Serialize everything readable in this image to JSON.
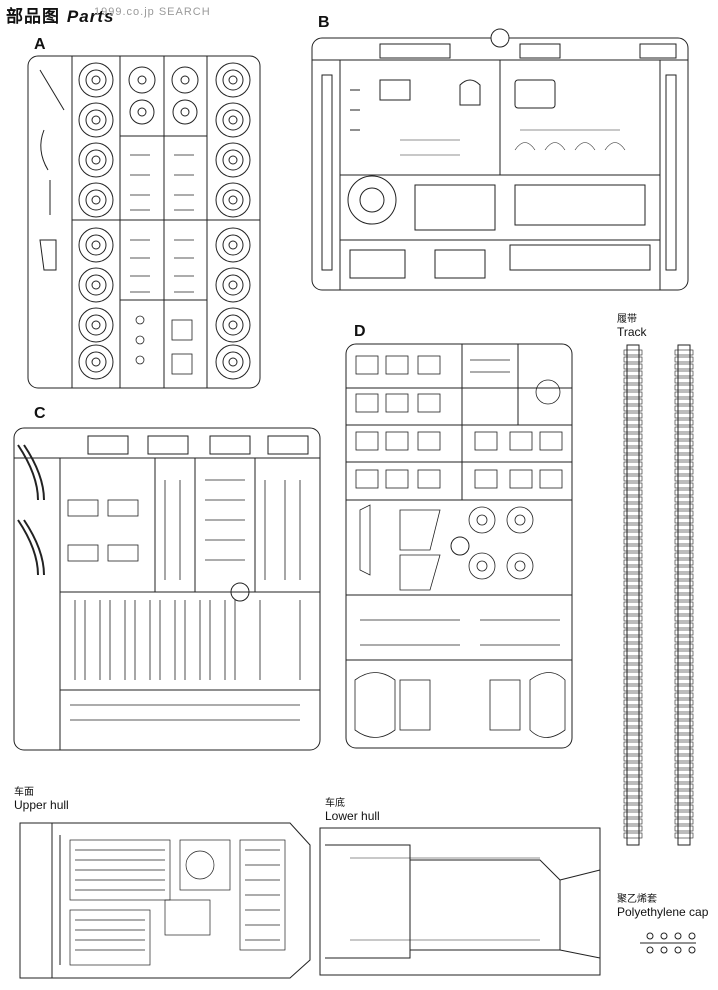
{
  "header": {
    "title_zh": "部品图",
    "title_en": "Parts",
    "watermark": "1999.co.jp SEARCH"
  },
  "sprues": {
    "a": "A",
    "b": "B",
    "c": "C",
    "d": "D"
  },
  "labels": {
    "track": {
      "zh": "履带",
      "en": "Track"
    },
    "upper_hull": {
      "zh": "车面",
      "en": "Upper hull"
    },
    "lower_hull": {
      "zh": "车底",
      "en": "Lower hull"
    },
    "poly_cap": {
      "zh": "聚乙烯套",
      "en": "Polyethylene cap"
    }
  }
}
